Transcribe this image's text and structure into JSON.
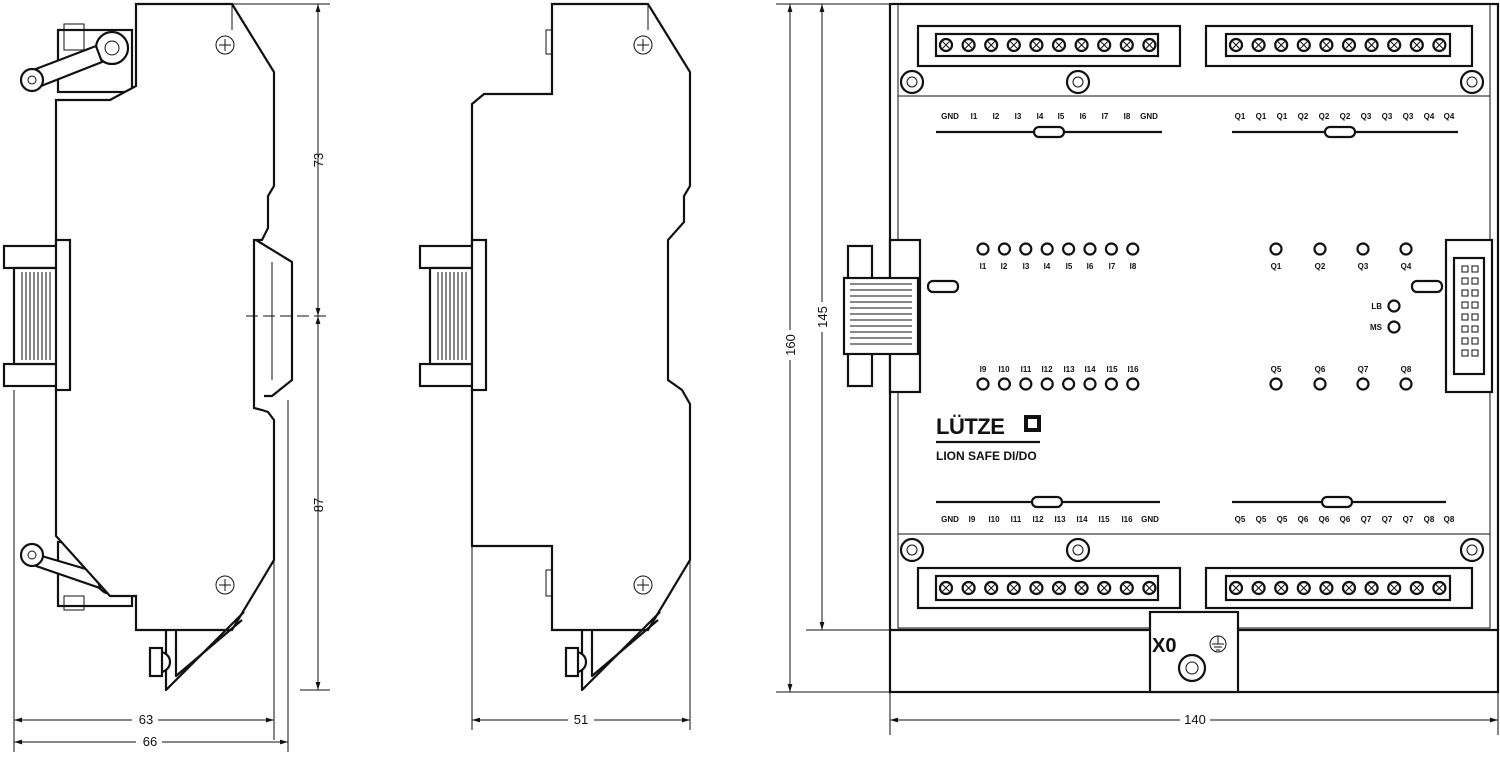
{
  "dimensions": {
    "side_height_top": "73",
    "side_height_bottom": "87",
    "width_63": "63",
    "width_66": "66",
    "width_51": "51",
    "height_160": "160",
    "height_145": "145",
    "width_140": "140"
  },
  "terminal_top_left": [
    "GND",
    "I1",
    "I2",
    "I3",
    "I4",
    "I5",
    "I6",
    "I7",
    "I8",
    "GND"
  ],
  "terminal_top_right": [
    "Q1",
    "Q1",
    "Q1",
    "Q2",
    "Q2",
    "Q2",
    "Q3",
    "Q3",
    "Q3",
    "Q4",
    "Q4"
  ],
  "terminal_bottom_left": [
    "GND",
    "I9",
    "I10",
    "I11",
    "I12",
    "I13",
    "I14",
    "I15",
    "I16",
    "GND"
  ],
  "terminal_bottom_right": [
    "Q5",
    "Q5",
    "Q5",
    "Q6",
    "Q6",
    "Q6",
    "Q7",
    "Q7",
    "Q7",
    "Q8",
    "Q8"
  ],
  "leds_inputs_top": [
    "I1",
    "I2",
    "I3",
    "I4",
    "I5",
    "I6",
    "I7",
    "I8"
  ],
  "leds_inputs_bottom": [
    "I9",
    "I10",
    "I11",
    "I12",
    "I13",
    "I14",
    "I15",
    "I16"
  ],
  "leds_outputs_top": [
    "Q1",
    "Q2",
    "Q3",
    "Q4"
  ],
  "leds_outputs_bottom": [
    "Q5",
    "Q6",
    "Q7",
    "Q8"
  ],
  "status_leds": [
    "LB",
    "MS"
  ],
  "brand": "LÜTZE",
  "product_name": "LION SAFE DI/DO",
  "earth_connector_label": "X0"
}
